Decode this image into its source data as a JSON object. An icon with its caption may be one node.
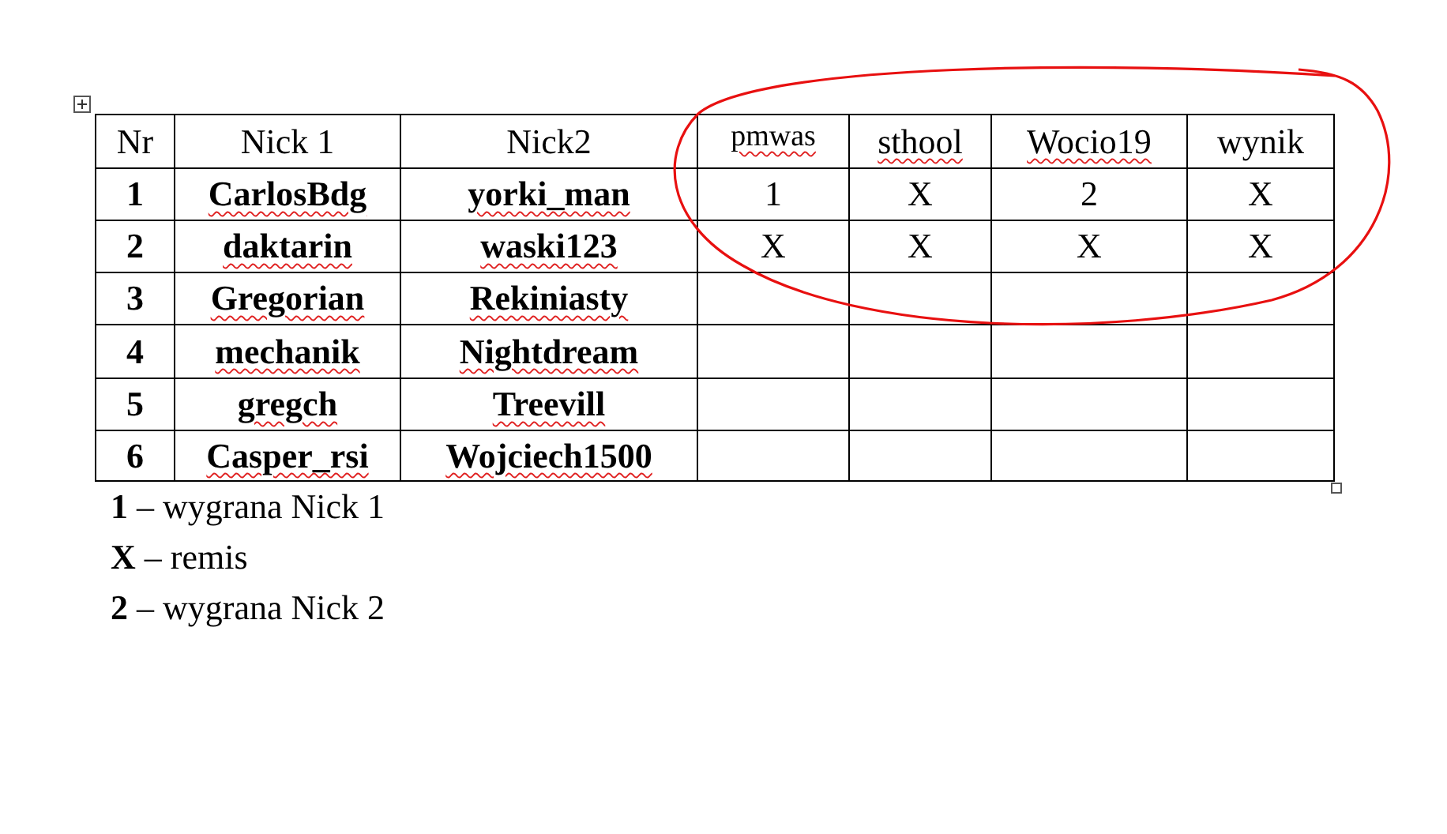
{
  "diagram": {
    "labels": [
      "Nr",
      "Nick 1",
      "Nick2",
      "pmwas",
      "sthool",
      "Wocio19",
      "wynik",
      "1",
      "CarlosBdg",
      "yorki_man",
      "1",
      "X",
      "2",
      "X",
      "2",
      "daktarin",
      "waski123",
      "X",
      "X",
      "X",
      "X",
      "3",
      "Gregorian",
      "Rekiniasty",
      "4",
      "mechanik",
      "Nightdream",
      "5",
      "gregch",
      "Treevill",
      "6",
      "Casper_rsi",
      "Wojciech1500",
      "**1** – wygrana Nick 1",
      "**X** – remis",
      "**2** – wygrana Nick 2"
    ]
  }
}
